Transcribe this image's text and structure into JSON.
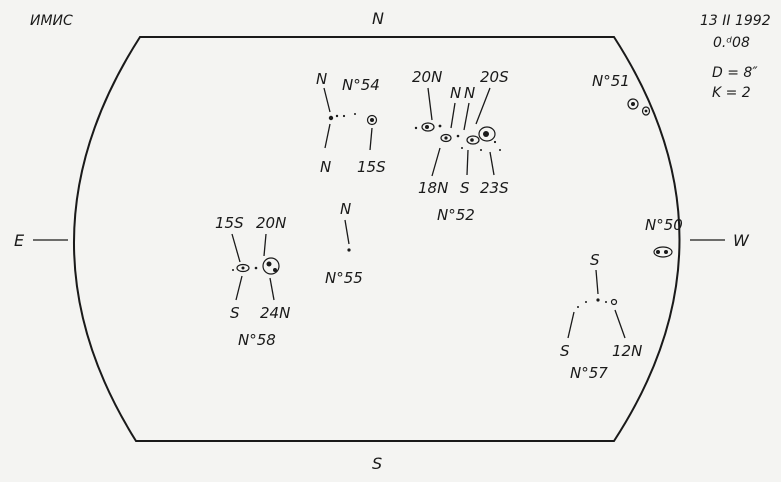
{
  "header": {
    "observatory": "ИМИС",
    "date": "13 II 1992",
    "time": "0.ᵈ08",
    "diameter": "D = 8″",
    "quality": "K = 2"
  },
  "directions": {
    "north": "N",
    "south": "S",
    "east": "E",
    "west": "W"
  },
  "groups": {
    "g54": {
      "number": "N°54",
      "pole_top": "N",
      "pole_bottom": "N",
      "pole_right": "15S"
    },
    "g52": {
      "number": "N°52",
      "top_left": "20N",
      "top_mid1": "N",
      "top_mid2": "N",
      "top_right": "20S",
      "bottom_left": "18N",
      "bottom_mid": "S",
      "bottom_right": "23S"
    },
    "g51": {
      "number": "N°51"
    },
    "g50": {
      "number": "N°50"
    },
    "g55": {
      "number": "N°55",
      "pole_top": "N"
    },
    "g58": {
      "number": "N°58",
      "top_left": "15S",
      "top_right": "20N",
      "bottom_left": "S",
      "bottom_right": "24N"
    },
    "g57": {
      "number": "N°57",
      "pole_top": "S",
      "bottom_left": "S",
      "bottom_right": "12N"
    }
  }
}
